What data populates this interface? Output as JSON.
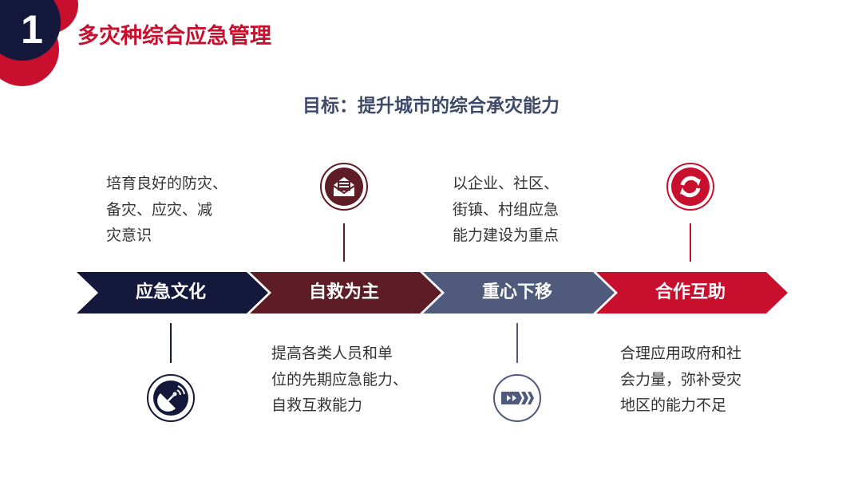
{
  "header": {
    "section_number": "1",
    "title": "多灾种综合应急管理"
  },
  "goal": "目标：提升城市的综合承灾能力",
  "steps": [
    {
      "label": "应急文化",
      "color": "#14183a",
      "icon": "broadcast-dish-icon",
      "description": "培育良好的防灾、\n备灾、应灾、减\n灾意识"
    },
    {
      "label": "自救为主",
      "color": "#5e1d26",
      "icon": "envelope-icon",
      "description": "提高各类人员和单\n位的先期应急能力、\n自救互救能力"
    },
    {
      "label": "重心下移",
      "color": "#4f5a7c",
      "icon": "fast-forward-icon",
      "description": "以企业、社区、\n街镇、村组应急\n能力建设为重点"
    },
    {
      "label": "合作互助",
      "color": "#c8102e",
      "icon": "refresh-cycle-icon",
      "description": "合理应用政府和社\n会力量，弥补受灾\n地区的能力不足"
    }
  ]
}
